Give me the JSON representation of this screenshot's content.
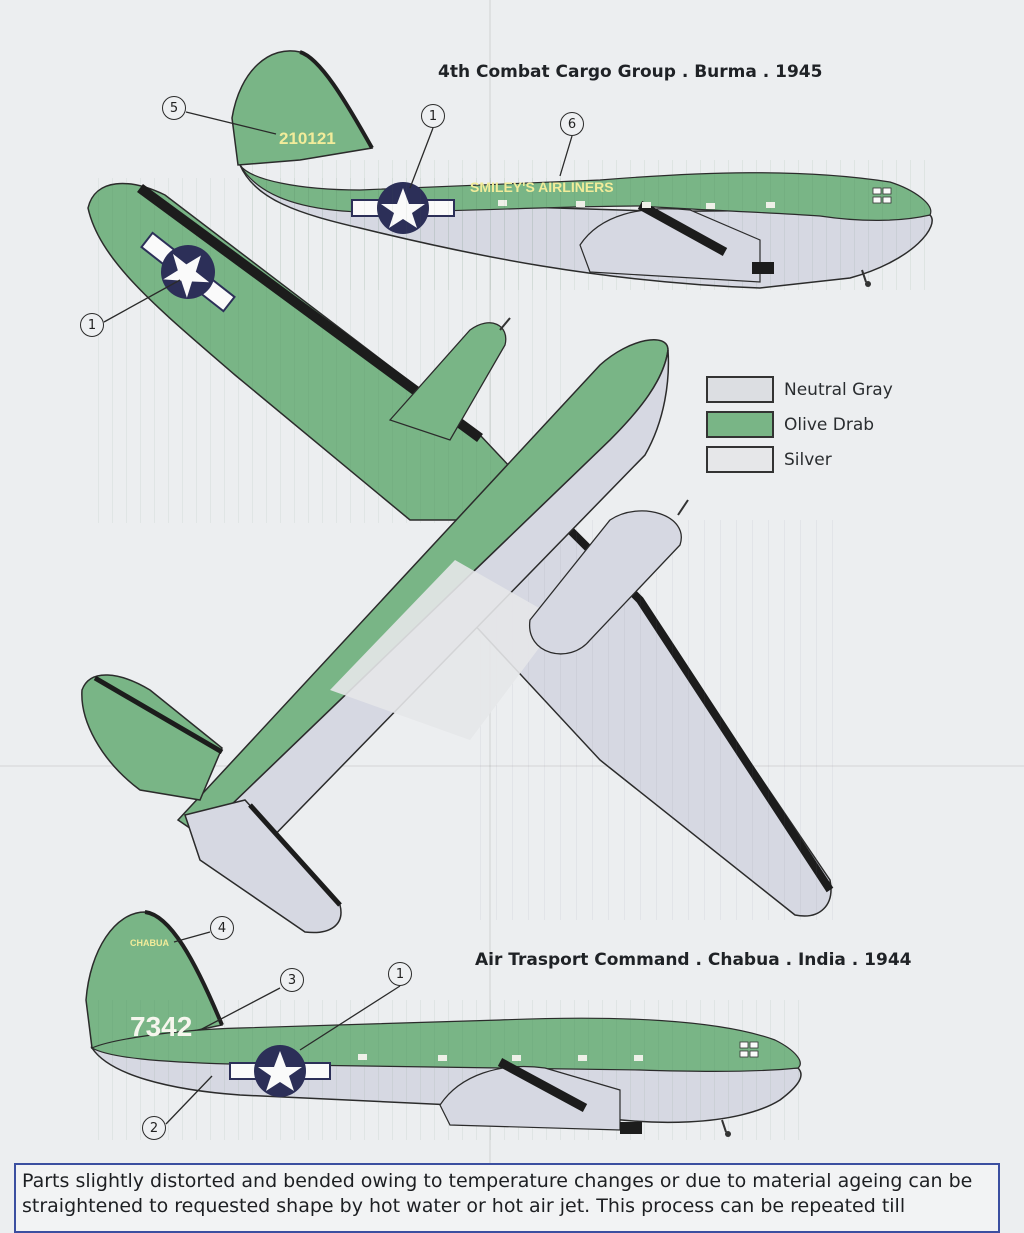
{
  "profiles": {
    "top": {
      "caption": "4th Combat Cargo Group . Burma . 1945",
      "serial": "210121",
      "nose_art": "SMILEY'S AIRLINERS"
    },
    "bottom": {
      "caption": "Air Trasport Command . Chabua . India . 1944",
      "tail_name": "CHABUA",
      "tail_number": "7342"
    }
  },
  "callouts": {
    "top_serial": "5",
    "top_fuselage_insignia": "1",
    "top_nose_art": "6",
    "wing_insignia": "1",
    "bottom_tail_name": "4",
    "bottom_tail_number": "3",
    "bottom_insignia": "1",
    "bottom_lower": "2"
  },
  "legend": [
    {
      "label": "Neutral Gray",
      "color": "#dcdee2"
    },
    {
      "label": "Olive Drab",
      "color": "#79b586"
    },
    {
      "label": "Silver",
      "color": "#e6e7e9"
    }
  ],
  "colors": {
    "olive_drab": "#79b586",
    "neutral_gray": "#d6d8e2",
    "insignia_blue": "#2c2f58",
    "marking_yellow": "#f2ec9a"
  },
  "footer_note": "Parts slightly distorted and bended owing to temperature changes or due to material ageing can be straightened to requested shape by hot water or hot air jet. This process can be repeated till"
}
